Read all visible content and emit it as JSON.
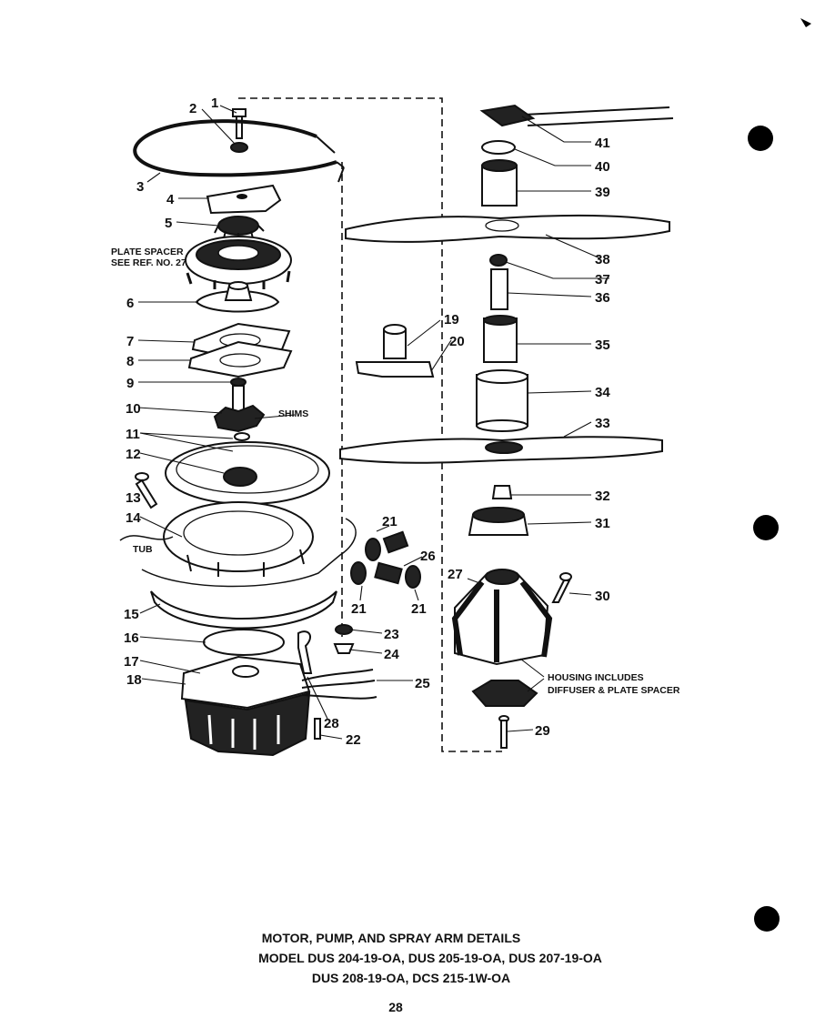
{
  "callouts": [
    "1",
    "2",
    "3",
    "4",
    "5",
    "6",
    "7",
    "8",
    "9",
    "10",
    "11",
    "12",
    "13",
    "14",
    "15",
    "16",
    "17",
    "18",
    "19",
    "20",
    "21",
    "21",
    "21",
    "22",
    "23",
    "24",
    "25",
    "26",
    "27",
    "28",
    "29",
    "30",
    "31",
    "32",
    "33",
    "34",
    "35",
    "36",
    "37",
    "38",
    "39",
    "40",
    "41"
  ],
  "notes": {
    "plate_spacer_line1": "PLATE SPACER",
    "plate_spacer_line2": "SEE REF. NO. 27",
    "shims": "SHIMS",
    "tub": "TUB",
    "housing_line1": "HOUSING INCLUDES",
    "housing_line2": "DIFFUSER & PLATE SPACER"
  },
  "title": {
    "line1": "MOTOR, PUMP, AND SPRAY ARM DETAILS",
    "line2": "MODEL DUS 204-19-OA,  DUS 205-19-OA,  DUS 207-19-OA",
    "line3": "DUS 208-19-OA,  DCS 215-1W-OA"
  },
  "page_number": "28"
}
